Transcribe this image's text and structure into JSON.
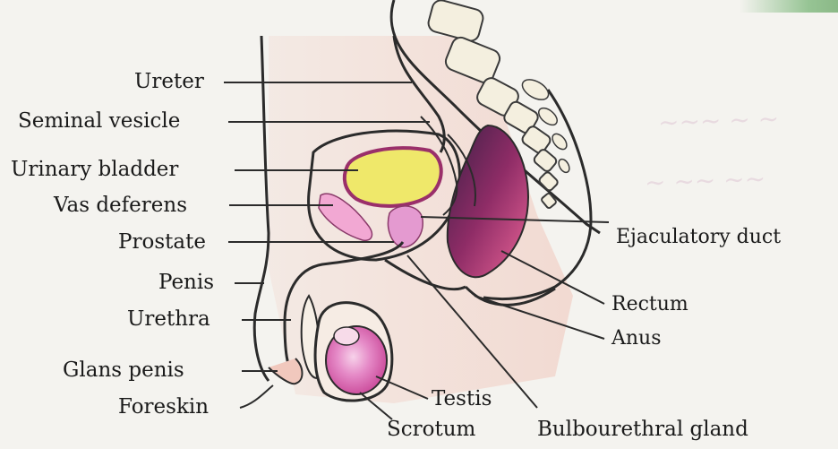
{
  "labels": {
    "ureter": "Ureter",
    "seminal_vesicle": "Seminal vesicle",
    "urinary_bladder": "Urinary bladder",
    "vas_deferens": "Vas deferens",
    "prostate": "Prostate",
    "penis": "Penis",
    "urethra": "Urethra",
    "glans_penis": "Glans penis",
    "foreskin": "Foreskin",
    "testis": "Testis",
    "scrotum": "Scrotum",
    "bulbourethral_gland": "Bulbourethral gland",
    "ejaculatory_duct": "Ejaculatory duct",
    "rectum": "Rectum",
    "anus": "Anus"
  },
  "colors": {
    "bladder_fill": "#efe86a",
    "bladder_outline": "#9a2f6a",
    "rectum_dark": "#5b2a55",
    "rectum_pink": "#e55a93",
    "testis_pink": "#e27bbd",
    "skin_tint": "#f2c9bf",
    "vertebra": "#f3eedf",
    "line": "#2a2a2a"
  }
}
